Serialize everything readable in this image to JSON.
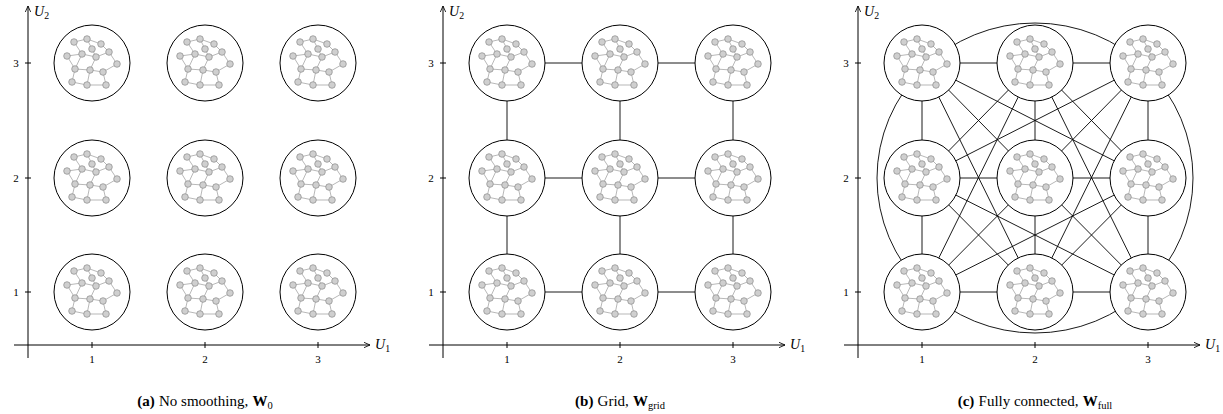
{
  "diagram": {
    "labels": [
      "U",
      "2",
      "3",
      "2",
      "1",
      "1",
      "2",
      "3",
      "U",
      "1",
      "(a)",
      "No smoothing,",
      "W",
      "0",
      "U",
      "2",
      "3",
      "2",
      "1",
      "1",
      "2",
      "3",
      "U",
      "1",
      "(b)",
      "Grid,",
      "W",
      "grid",
      "U",
      "2",
      "3",
      "2",
      "1",
      "1",
      "2",
      "3",
      "U",
      "1",
      "(c)",
      "Fully connected,",
      "W",
      "full"
    ]
  }
}
